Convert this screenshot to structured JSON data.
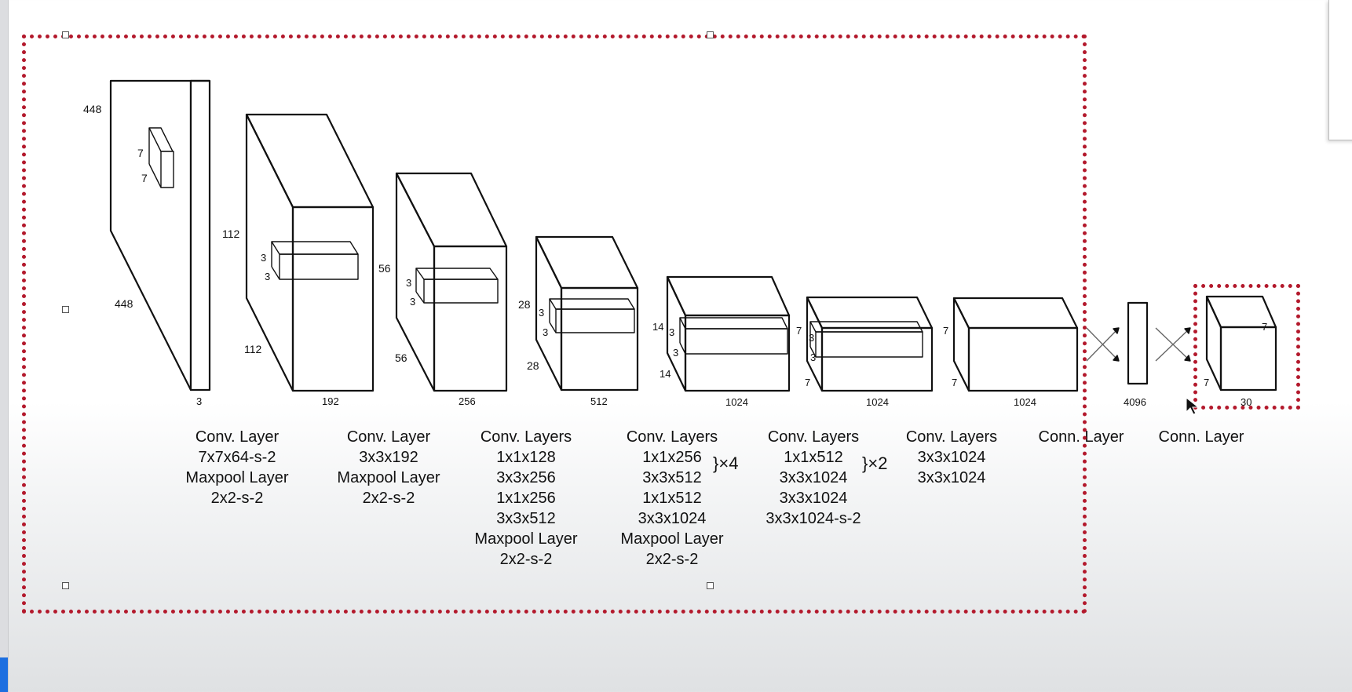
{
  "input": {
    "width": "448",
    "height": "448",
    "channels": "3",
    "kernel_w": "7",
    "kernel_h": "7"
  },
  "blocks": [
    {
      "h": "112",
      "w": "112",
      "k1": "3",
      "k2": "3",
      "channels": "192"
    },
    {
      "h": "56",
      "w": "56",
      "k1": "3",
      "k2": "3",
      "channels": "256"
    },
    {
      "h": "28",
      "w": "28",
      "k1": "3",
      "k2": "3",
      "channels": "512"
    },
    {
      "h": "14",
      "w": "14",
      "k1": "3",
      "k2": "3",
      "channels": "1024"
    },
    {
      "h": "7",
      "w": "7",
      "k1": "3",
      "k2": "3",
      "channels": "1024"
    },
    {
      "h": "7",
      "w": "7",
      "channels": "1024"
    }
  ],
  "fc": {
    "size": "4096"
  },
  "output": {
    "d1": "7",
    "d2": "7",
    "channels": "30"
  },
  "captions": [
    [
      "Conv. Layer",
      "7x7x64-s-2",
      "Maxpool Layer",
      "2x2-s-2"
    ],
    [
      "Conv. Layer",
      "3x3x192",
      "Maxpool Layer",
      "2x2-s-2"
    ],
    [
      "Conv. Layers",
      "1x1x128",
      "3x3x256",
      "1x1x256",
      "3x3x512",
      "Maxpool Layer",
      "2x2-s-2"
    ],
    [
      "Conv. Layers",
      "1x1x256",
      "3x3x512",
      "1x1x512",
      "3x3x1024",
      "Maxpool Layer",
      "2x2-s-2"
    ],
    [
      "Conv. Layers",
      "1x1x512",
      "3x3x1024",
      "3x3x1024",
      "3x3x1024-s-2"
    ],
    [
      "Conv. Layers",
      "3x3x1024",
      "3x3x1024"
    ],
    [
      "Conn. Layer"
    ],
    [
      "Conn. Layer"
    ]
  ],
  "repeat_marks": [
    "}×4",
    "}×2"
  ],
  "colors": {
    "selection": "#b3192c",
    "accent_tab": "#1d6fe0"
  }
}
